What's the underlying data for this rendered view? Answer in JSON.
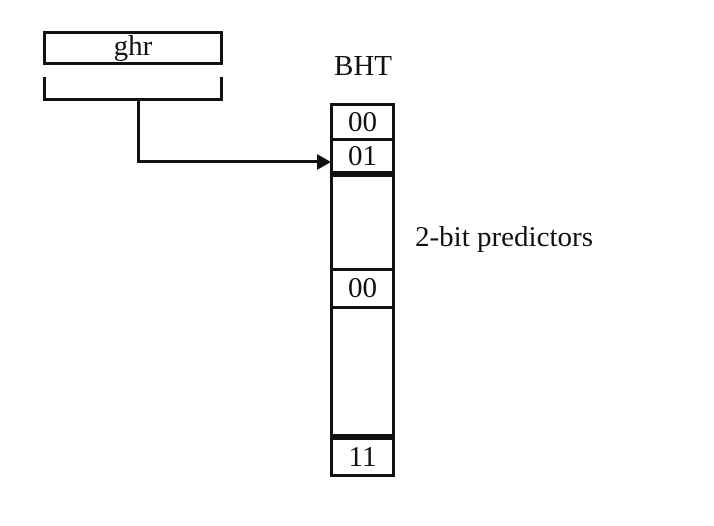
{
  "diagram": {
    "ghr_label": "ghr",
    "bht_title": "BHT",
    "side_label": "2-bit predictors",
    "bht_cells": [
      "00",
      "01",
      "",
      "00",
      "",
      "11"
    ]
  },
  "colors": {
    "ink": "#111111",
    "background": "#ffffff"
  }
}
